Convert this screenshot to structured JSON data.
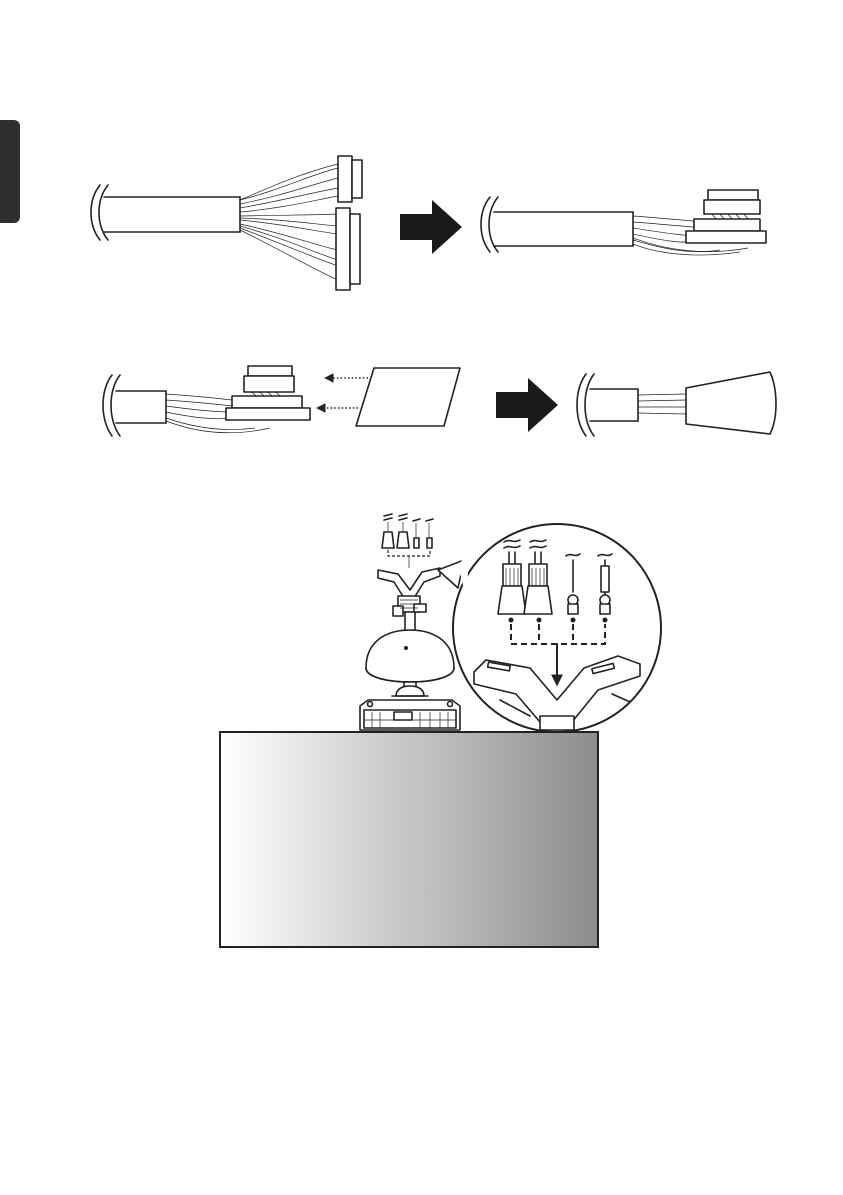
{
  "colors": {
    "side_tab": "#2e2e2e",
    "line": "#222222",
    "arrow": "#1a1a1a",
    "screen_gradient_start": "#ffffff",
    "screen_gradient_end": "#8c8c8c"
  },
  "figures": {
    "step1": {
      "name": "cable-connectors-bundling"
    },
    "step2": {
      "name": "cable-wrapping-with-sheet"
    },
    "step3": {
      "name": "ceiling-mount-cable-connection"
    }
  }
}
